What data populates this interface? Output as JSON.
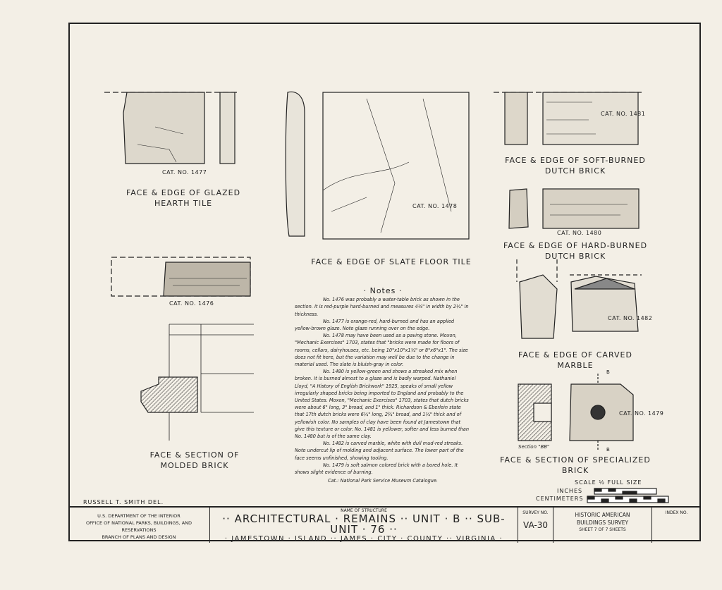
{
  "drawings": {
    "glazed_tile": {
      "cat": "Cat. No. 1477",
      "title1": "Face & Edge of Glazed",
      "title2": "Hearth Tile"
    },
    "slate_tile": {
      "cat": "Cat. No. 1478",
      "title": "Face & Edge of Slate Floor Tile"
    },
    "soft_brick": {
      "cat": "Cat. No. 1481",
      "title1": "Face & Edge of Soft-Burned",
      "title2": "Dutch Brick"
    },
    "hard_brick": {
      "cat": "Cat. No. 1480",
      "title1": "Face & Edge of Hard-Burned",
      "title2": "Dutch Brick"
    },
    "molded_brick": {
      "cat": "Cat. No. 1476",
      "title1": "Face & Section of",
      "title2": "Molded Brick"
    },
    "carved_marble": {
      "cat": "Cat. No. 1482",
      "title1": "Face & Edge of Carved",
      "title2": "Marble"
    },
    "specialized_brick": {
      "cat": "Cat. No. 1479",
      "section": "Section \"BB\"",
      "mark_b": "B",
      "title1": "Face & Section of Specialized",
      "title2": "Brick"
    }
  },
  "notes": {
    "heading": "· Notes ·",
    "paragraphs": [
      "No. 1476 was probably a water-table brick as shown in the section. It is red-purple hard-burned and measures 4⅛\" in width by 2¼\" in thickness.",
      "No. 1477 is orange-red, hard-burned and has an applied yellow-brown glaze. Note glaze running over on the edge.",
      "No. 1478 may have been used as a paving stone. Moxon, \"Mechanic Exercises\" 1703, states that \"bricks were made for floors of rooms, cellars, dairyhouses, etc. being 10\"x10\"x1¼\" or 8\"x6\"x1\". The size does not fit here, but the variation may well be due to the change in material used. The slate is bluish-gray in color.",
      "No. 1480 is yellow-green and shows a streaked mix when broken. It is burned almost to a glaze and is badly warped. Nathaniel Lloyd, \"A History of English Brickwork\" 1925, speaks of small yellow irregularly shaped bricks being imported to England and probably to the United States. Moxon, \"Mechanic Exercises\" 1703, states that dutch bricks were about 6\" long, 3\" broad, and 1\" thick. Richardson & Eberlein state that 17th dutch bricks were 6¼\" long, 2¾\" broad, and 1¼\" thick and of yellowish color. No samples of clay have been found at Jamestown that give this texture or color. No. 1481 is yellower, softer and less burned than No. 1480 but is of the same clay.",
      "No. 1482 is carved marble, white with dull mud-red streaks. Note undercut lip of molding and adjacent surface. The lower part of the face seems unfinished, showing tooling.",
      "No. 1479 is soft salmon colored brick with a bored hole. It shows slight evidence of burning."
    ],
    "citation": "Cat.: National Park Service Museum Catalogue."
  },
  "delineator": "Russell T. Smith Del.",
  "scale": {
    "title": "Scale ½ Full Size",
    "inches": "Inches",
    "centimeters": "Centimeters"
  },
  "title_block": {
    "agency": [
      "U.S. Department of the Interior",
      "Office of National Parks, Buildings, and Reservations",
      "Branch of Plans and Design"
    ],
    "name_label": "Name of Structure",
    "name_line1": "·· Architectural · Remains ·· Unit · B ·· Sub-Unit · 76 ··",
    "name_line2": "· Jamestown · Island ·· James · City · County ·· Virginia ·",
    "survey_label": "Survey No.",
    "survey_no": "VA-30",
    "habs1": "Historic American",
    "habs2": "Buildings Survey",
    "sheet": "Sheet 7 of 7 Sheets",
    "index_label": "Index No."
  },
  "colors": {
    "paper": "#f3efe6",
    "ink": "#222222"
  }
}
